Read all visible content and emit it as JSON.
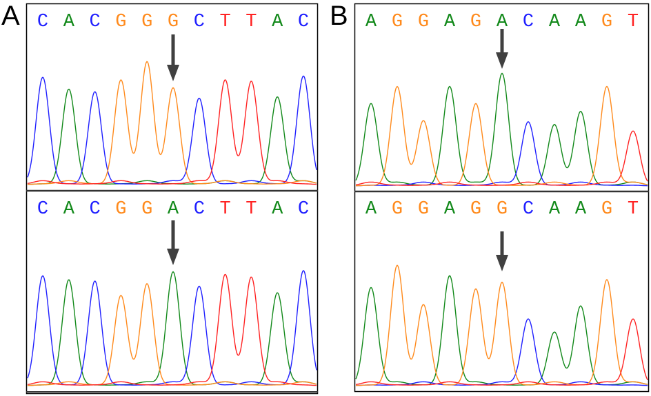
{
  "colors": {
    "A": "#12891a",
    "C": "#1f1fff",
    "G": "#ff8a1c",
    "T": "#ff2222",
    "arrow": "#404040"
  },
  "chart_data": {
    "type": "line",
    "title": "",
    "xlabel": "",
    "ylabel": "",
    "intensity_scale": [
      0,
      100
    ],
    "panels": [
      {
        "label": "A",
        "tracks": [
          {
            "name": "top",
            "sequence": [
              "C",
              "A",
              "C",
              "G",
              "G",
              "G",
              "C",
              "T",
              "T",
              "A",
              "C"
            ],
            "peak_intensity": [
              82,
              73,
              71,
              80,
              94,
              74,
              66,
              80,
              79,
              67,
              83
            ],
            "arrow_index": 5
          },
          {
            "name": "bottom",
            "sequence": [
              "C",
              "A",
              "C",
              "G",
              "G",
              "A",
              "C",
              "T",
              "T",
              "A",
              "C"
            ],
            "peak_intensity": [
              84,
              81,
              80,
              69,
              78,
              87,
              76,
              85,
              83,
              71,
              88
            ],
            "arrow_index": 5
          }
        ]
      },
      {
        "label": "B",
        "tracks": [
          {
            "name": "top",
            "sequence": [
              "A",
              "G",
              "G",
              "A",
              "G",
              "A",
              "C",
              "A",
              "A",
              "G",
              "T"
            ],
            "peak_intensity": [
              63,
              76,
              50,
              76,
              63,
              86,
              49,
              47,
              57,
              76,
              42
            ],
            "arrow_index": 5
          },
          {
            "name": "bottom",
            "sequence": [
              "A",
              "G",
              "G",
              "A",
              "G",
              "G",
              "C",
              "A",
              "A",
              "G",
              "T"
            ],
            "peak_intensity": [
              75,
              92,
              62,
              84,
              74,
              79,
              51,
              41,
              61,
              81,
              51
            ],
            "arrow_index": 5
          }
        ]
      }
    ]
  }
}
